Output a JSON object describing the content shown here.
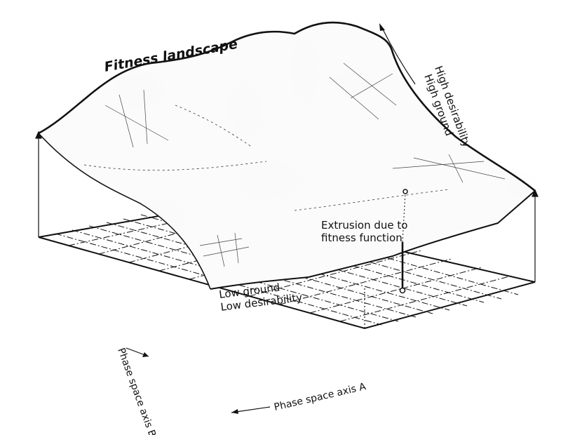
{
  "diagram": {
    "title": "Fitness landscape",
    "high_label_line1": "High ground",
    "high_label_line2": "High desirability",
    "low_label_line1": "Low ground",
    "low_label_line2": "Low desirability",
    "extrusion_line1": "Extrusion due to",
    "extrusion_line2": "fitness function",
    "axis_a": "Phase space axis A",
    "axis_b": "Phase space axis B"
  },
  "colors": {
    "ink": "#111111",
    "paper": "#ffffff",
    "stipple": "#222222"
  }
}
